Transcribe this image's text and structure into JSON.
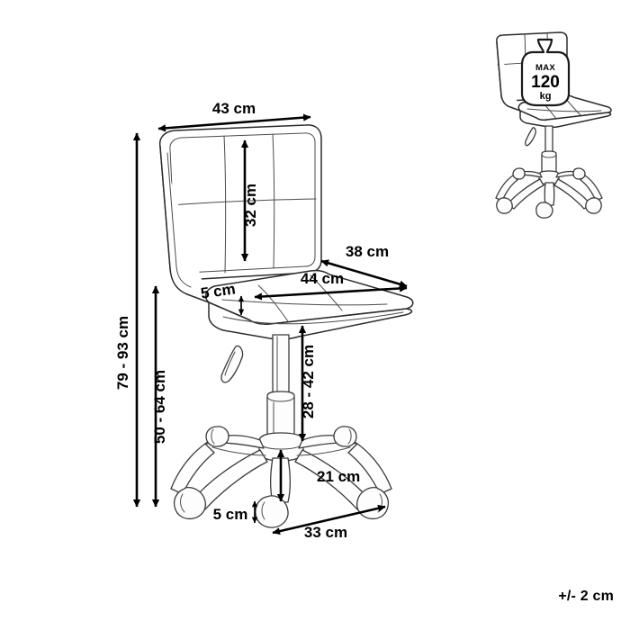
{
  "sheet": {
    "type": "technical-dimension-drawing",
    "product": "office chair",
    "background": "#ffffff",
    "line_color": "#2b2b2b",
    "text_color": "#000000",
    "tolerance_note": "+/- 2 cm"
  },
  "dimensions": {
    "backrest_width": "43 cm",
    "backrest_height": "32 cm",
    "seat_depth": "38 cm",
    "seat_width": "44 cm",
    "seat_thickness": "5 cm",
    "total_height": "79 - 93 cm",
    "seat_height": "50 - 64 cm",
    "gas_lift_height": "28 - 42 cm",
    "base_radius": "21 cm",
    "caster_height": "5 cm",
    "base_span": "33 cm"
  },
  "inset": {
    "name": "max-load-inset",
    "label_max": "MAX",
    "label_value": "120",
    "label_unit": "kg"
  }
}
